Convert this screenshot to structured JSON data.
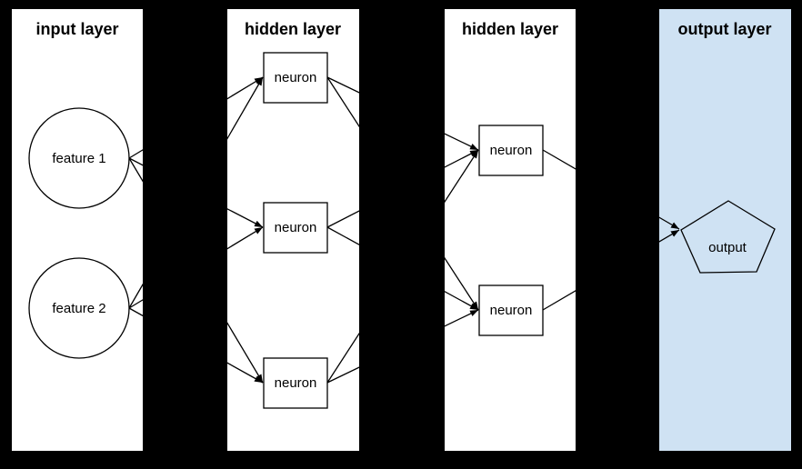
{
  "diagram": {
    "layer_titles": [
      "input layer",
      "hidden layer",
      "hidden layer",
      "output layer"
    ],
    "input_nodes": [
      {
        "label": "feature 1"
      },
      {
        "label": "feature 2"
      }
    ],
    "hidden_layer_1_nodes": [
      {
        "label": "neuron"
      },
      {
        "label": "neuron"
      },
      {
        "label": "neuron"
      }
    ],
    "hidden_layer_2_nodes": [
      {
        "label": "neuron"
      },
      {
        "label": "neuron"
      }
    ],
    "output_node": {
      "label": "output"
    },
    "colors": {
      "background": "#000000",
      "panel_fill": "#ffffff",
      "output_panel_fill": "#cfe2f3",
      "stroke": "#000000"
    }
  }
}
